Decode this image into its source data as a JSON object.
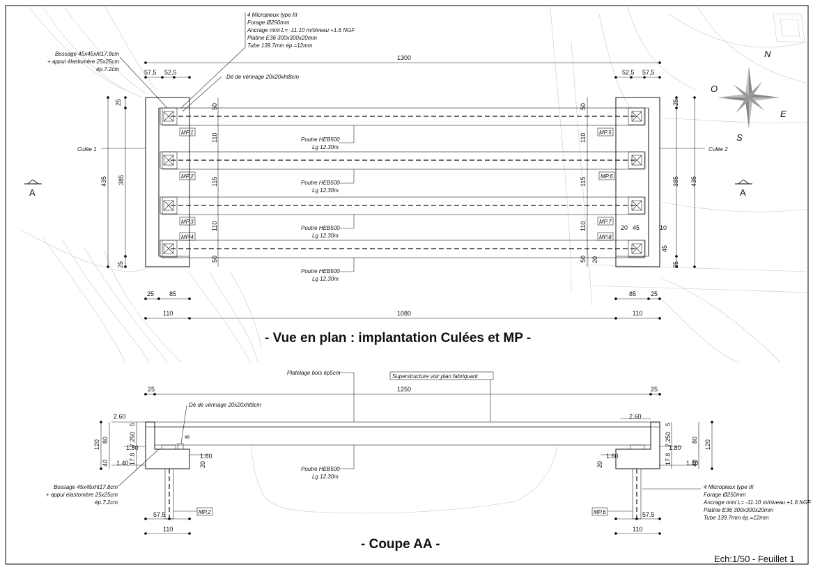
{
  "plan": {
    "title": "- Vue en plan : implantation Culées et MP -",
    "micropile_note": [
      "4 Micropieux type III",
      "Forage Ø250mm",
      "Ancrage mini L= -11.10 m/niveau +1.6 NGF",
      "Platine E36 300x300x20mm",
      "Tube 139.7mm ép.=12mm"
    ],
    "bossage_note": [
      "Bossage 45x45xht17.8cm",
      "+ appui élastomère 25x25cm",
      "ép.7.2cm"
    ],
    "de_verinage": "Dé de vérinage 20x20xht8cm",
    "culee_left": "Culée 1",
    "culee_right": "Culée 2",
    "section_mark": "A",
    "beam_label": "Poutre HEB500",
    "beam_length": "Lg 12.30m",
    "mp_left": [
      "MP.1",
      "MP.2",
      "MP.3",
      "MP.4"
    ],
    "mp_right": [
      "MP.5",
      "MP.6",
      "MP.7",
      "MP.8"
    ],
    "dims": {
      "overall": "1300",
      "clear": "1080",
      "abut_w": "110",
      "v_57": "57,5",
      "v_52": "52,5",
      "edge_25": "25",
      "h_85": "85",
      "total_435": "435",
      "inner_385": "385",
      "sp_50": "50",
      "sp_110": "110",
      "sp_115": "115",
      "d_20": "20",
      "d_45": "45",
      "d_10": "10"
    }
  },
  "section": {
    "title": "- Coupe AA -",
    "platelage": "Platelage bois ép5cm",
    "superstructure": "Superstructure voir plan fabriquant",
    "de_verinage": "Dé de vérinage 20x20xht8cm",
    "beam_label": "Poutre HEB500",
    "beam_length": "Lg 12.30m",
    "bossage_note": [
      "Bossage 45x45xht17.8cm",
      "+ appui élastomère 25x25cm",
      "ép.7.2cm"
    ],
    "micropile_note": [
      "4 Micropieux type III",
      "Forage Ø250mm",
      "Ancrage mini L= -11.10 m/niveau +1.6 NGF",
      "Platine E36 300x300x20mm",
      "Tube 139.7mm ép.=12mm"
    ],
    "mp_left": "MP.2",
    "mp_right": "MP.6",
    "dims": {
      "span": "1250",
      "edge": "25",
      "h120": "120",
      "h80": "80",
      "h40": "40",
      "h50": "50",
      "h72": "7.2",
      "h178": "17.8",
      "h5": "5",
      "h8": "8",
      "h20": "20",
      "w57": "57.5",
      "w110": "110"
    },
    "levels": [
      "2.60",
      "1.80",
      "1.60",
      "1.40"
    ]
  },
  "footer": {
    "scale": "Ech:1/50 - Feuillet 1"
  }
}
